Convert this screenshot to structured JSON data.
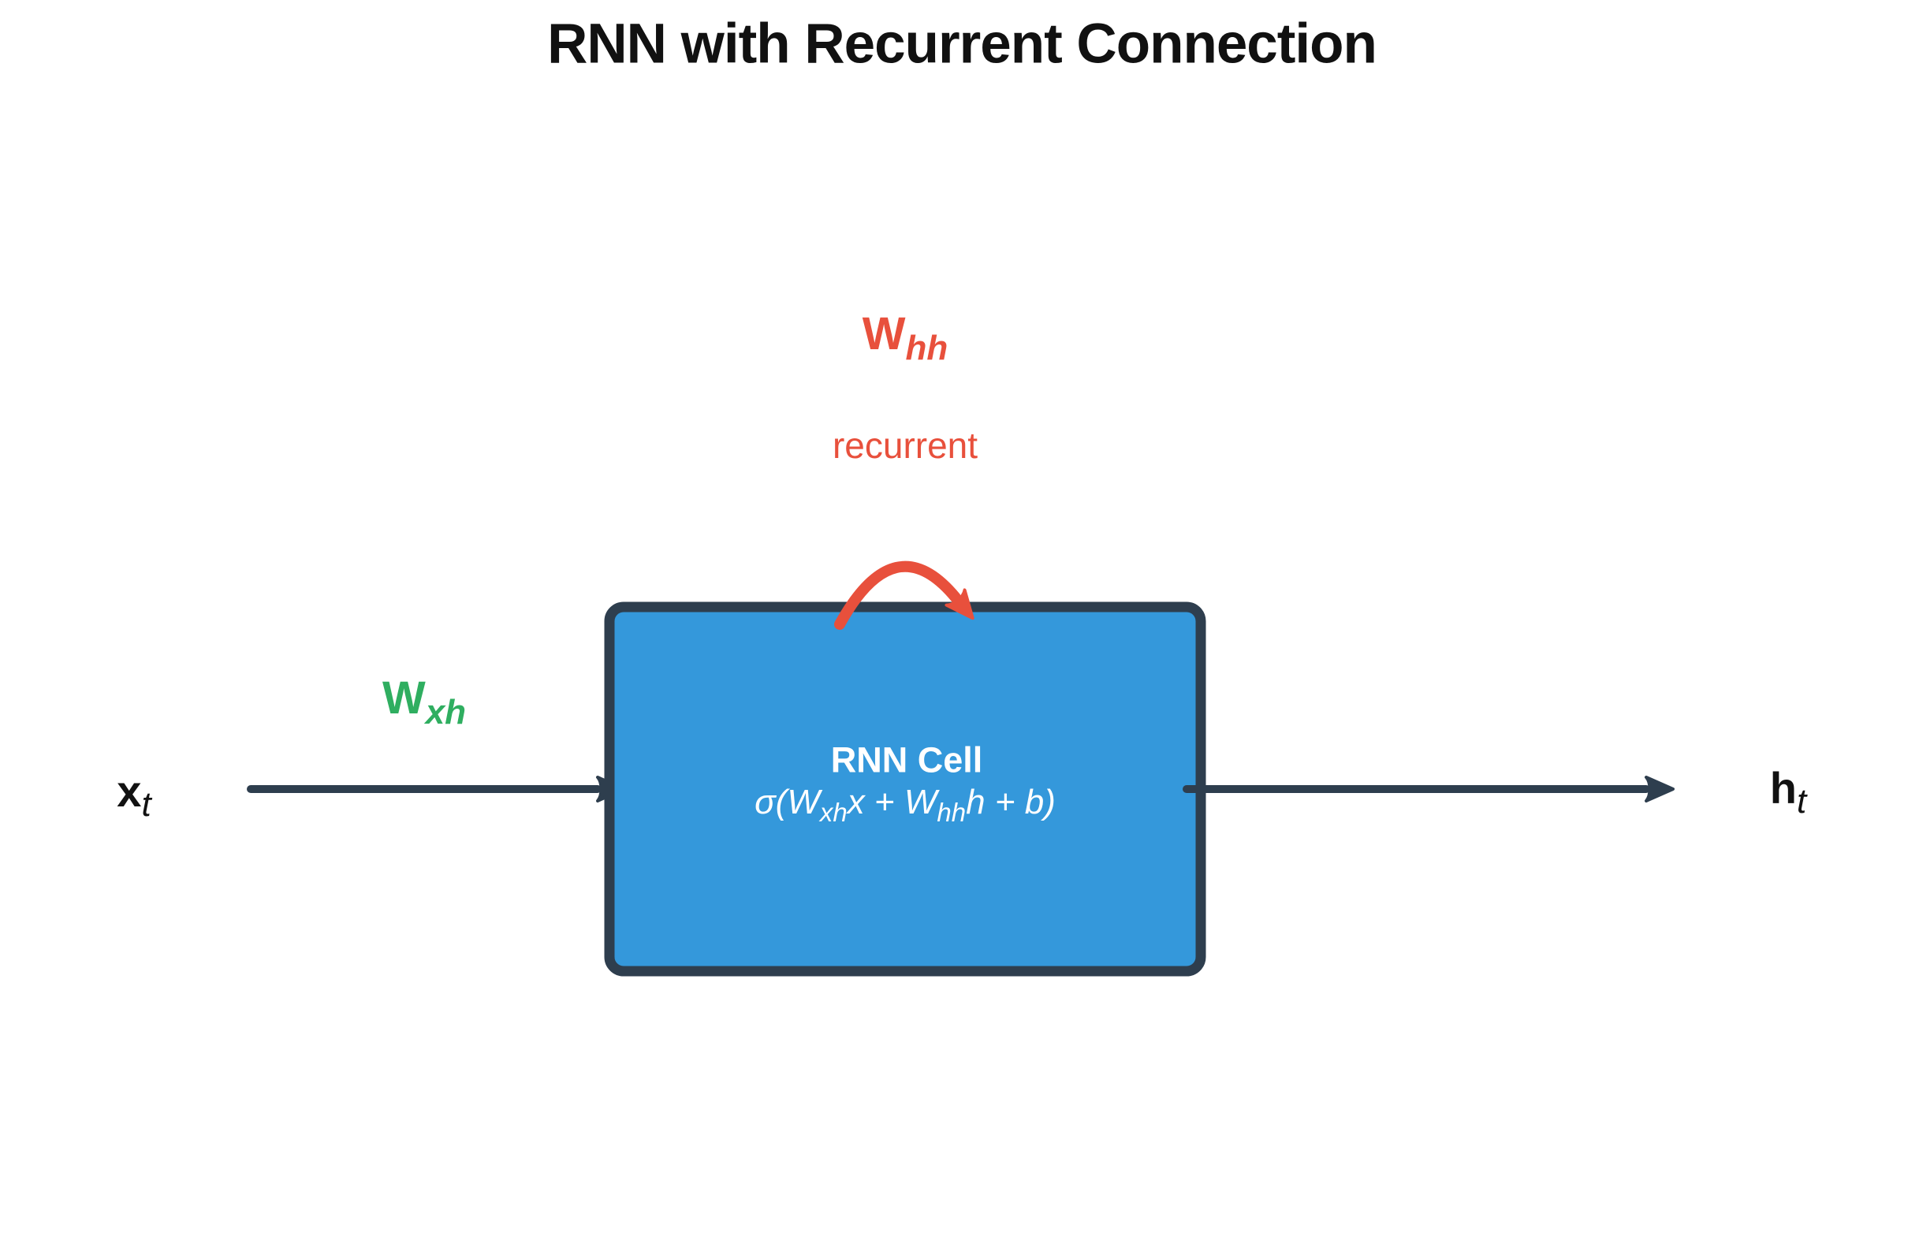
{
  "title": "RNN with Recurrent Connection",
  "labels": {
    "recurrent_weight": {
      "base": "W",
      "sub": "hh"
    },
    "recurrent": "recurrent",
    "input_weight": {
      "base": "W",
      "sub": "xh"
    },
    "input": {
      "base": "x",
      "sub": "t"
    },
    "output": {
      "base": "h",
      "sub": "t"
    }
  },
  "cell": {
    "name": "RNN Cell",
    "formula_parts": [
      "σ(W",
      "xh",
      "x + W",
      "hh",
      "h + b)"
    ]
  },
  "colors": {
    "cell_fill": "#3498db",
    "outline": "#2e3e4e",
    "recurrent_accent": "#e8503c",
    "input_weight_accent": "#2fae60",
    "text_on_cell": "#ffffff",
    "text_primary": "#111111"
  }
}
